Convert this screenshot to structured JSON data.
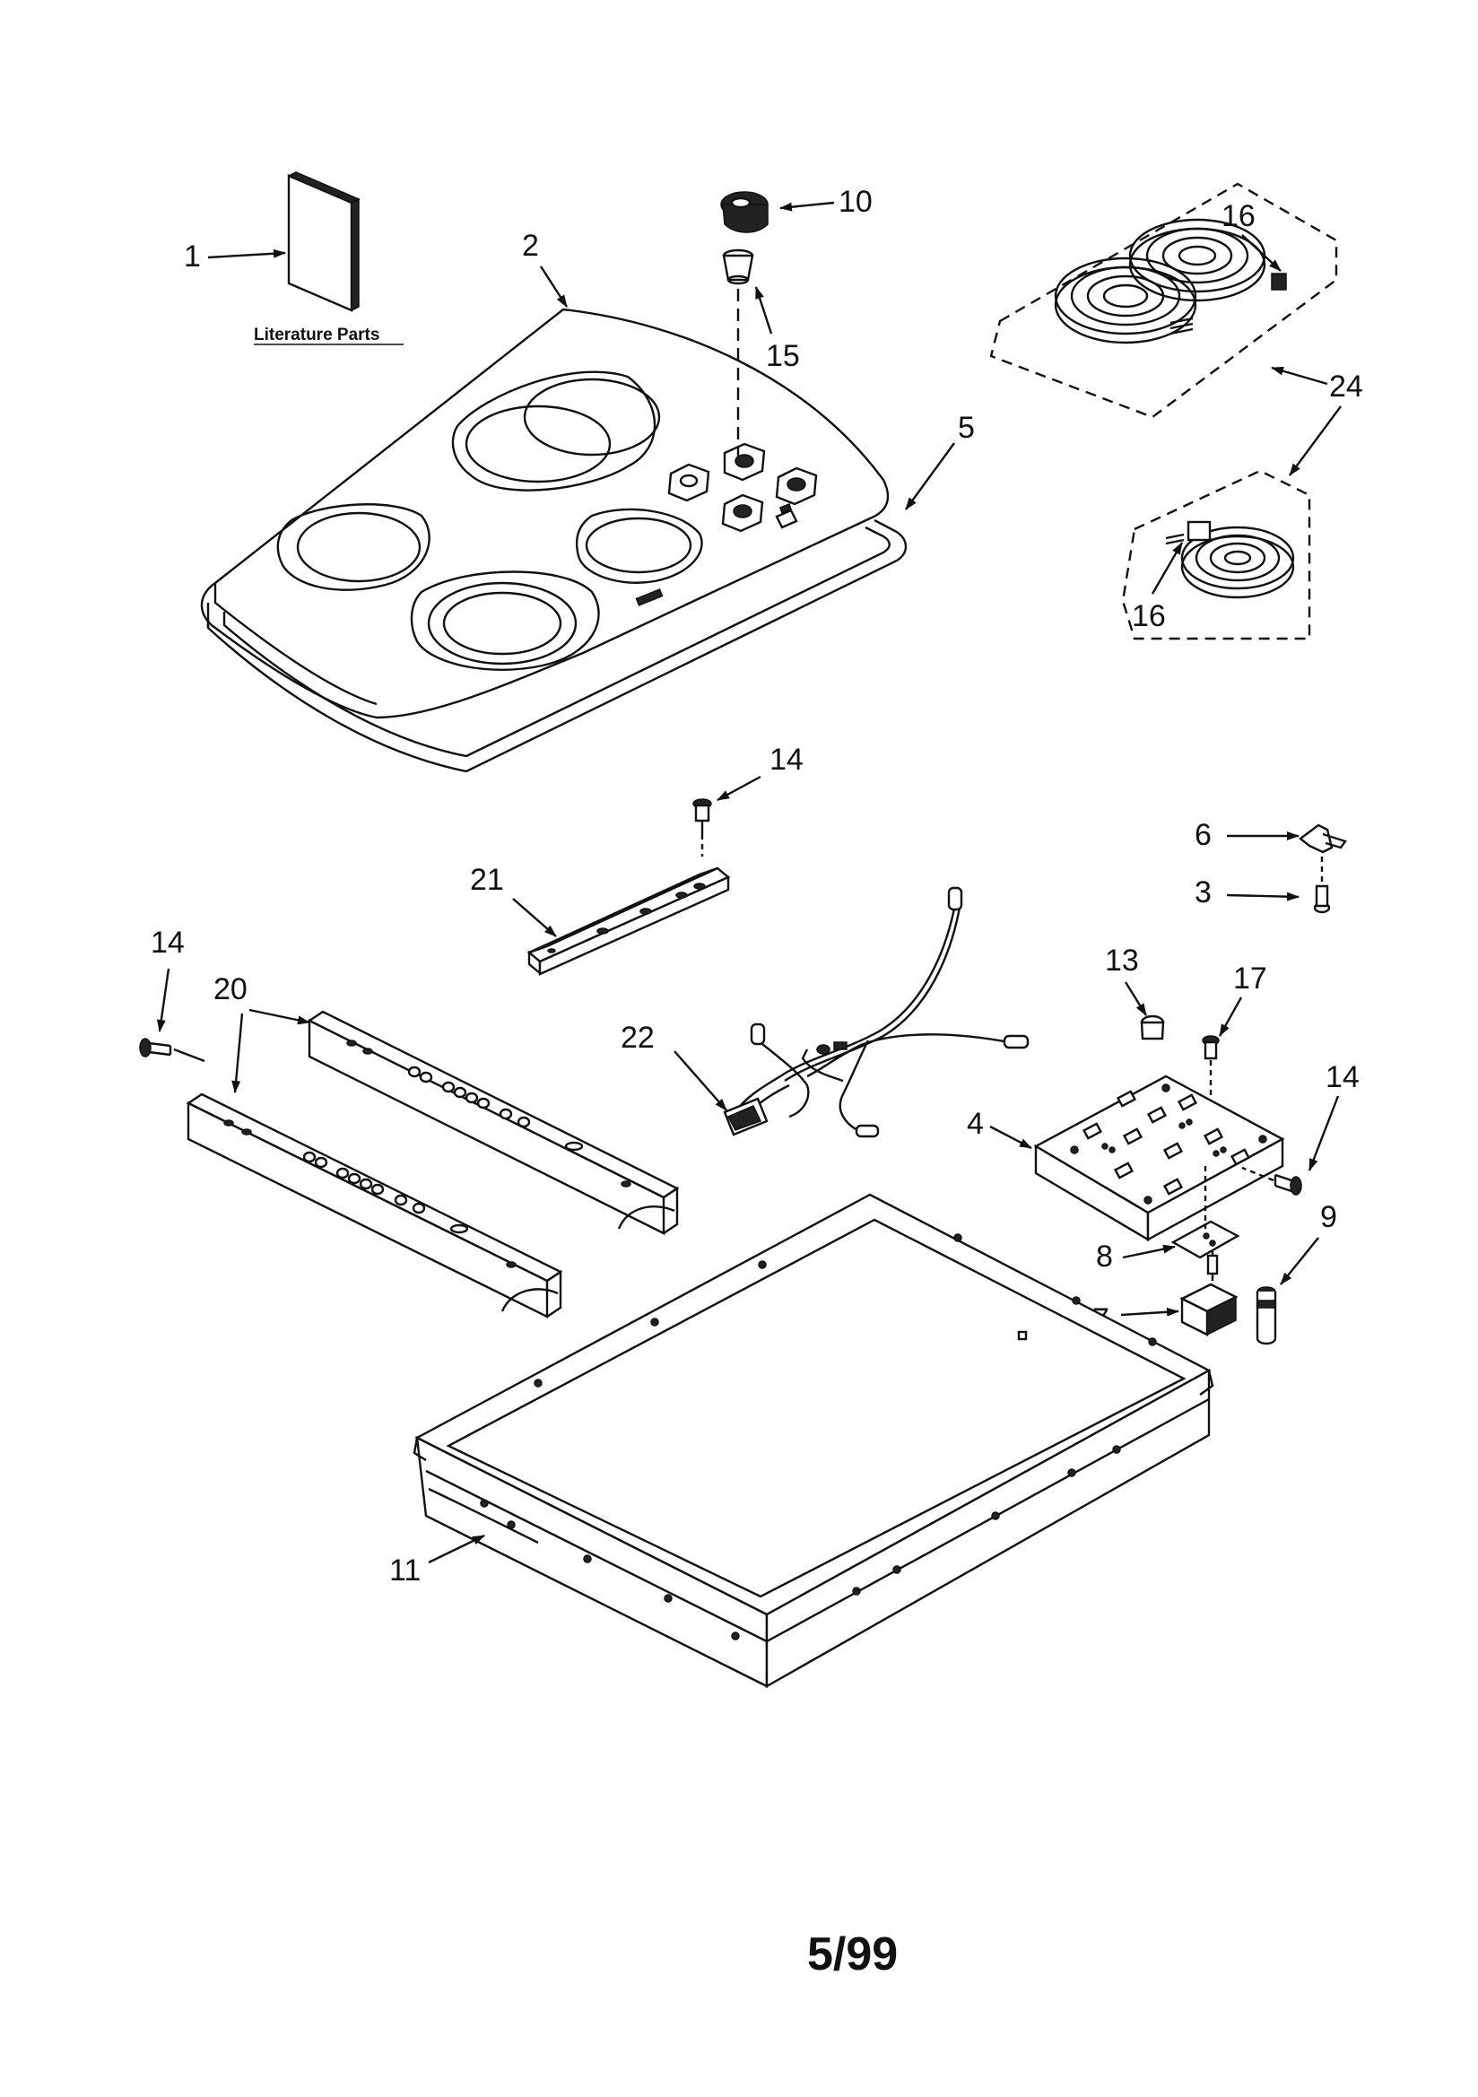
{
  "callouts": {
    "c1": "1",
    "c2": "2",
    "c3": "3",
    "c4": "4",
    "c5": "5",
    "c6": "6",
    "c7": "7",
    "c8": "8",
    "c9": "9",
    "c10": "10",
    "c11": "11",
    "c13": "13",
    "c14a": "14",
    "c14b": "14",
    "c14c": "14",
    "c15": "15",
    "c16a": "16",
    "c16b": "16",
    "c17": "17",
    "c20": "20",
    "c21": "21",
    "c22": "22",
    "c24": "24"
  },
  "literature_label": "Literature Parts",
  "footer_date": "5/99"
}
